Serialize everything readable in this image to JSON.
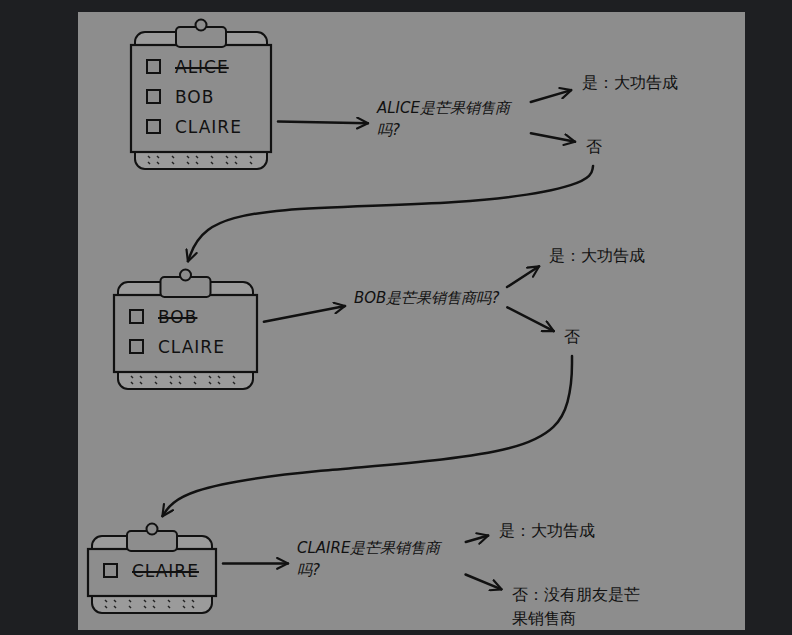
{
  "diagram": {
    "nodes": [
      {
        "text": [
          "ALICE",
          "BOB",
          "CLAIRE"
        ]
      },
      {
        "text": [
          "ALICE是芒果销售商吗?"
        ]
      },
      {
        "text": [
          "是：大功告成"
        ]
      },
      {
        "text": [
          "否"
        ]
      },
      {
        "text": [
          "BOB",
          "CLAIRE"
        ]
      },
      {
        "text": [
          "BOB是芒果销售商吗?"
        ]
      },
      {
        "text": [
          "是：大功告成"
        ]
      },
      {
        "text": [
          "否"
        ]
      },
      {
        "text": [
          "CLAIRE"
        ]
      },
      {
        "text": [
          "CLAIRE是芒果销售商吗?"
        ]
      },
      {
        "text": [
          "是：大功告成"
        ]
      },
      {
        "text": [
          "否：没有朋友是芒果销售商"
        ]
      }
    ],
    "edges": [
      {
        "from": 0,
        "to": 1,
        "arrow": "to"
      },
      {
        "from": 1,
        "to": 2,
        "arrow": "to"
      },
      {
        "from": 1,
        "to": 3,
        "arrow": "to"
      },
      {
        "from": 3,
        "to": 4,
        "arrow": "to"
      },
      {
        "from": 4,
        "to": 5,
        "arrow": "to"
      },
      {
        "from": 5,
        "to": 6,
        "arrow": "to"
      },
      {
        "from": 5,
        "to": 7,
        "arrow": "to"
      },
      {
        "from": 7,
        "to": 8,
        "arrow": "to"
      },
      {
        "from": 8,
        "to": 9,
        "arrow": "to"
      },
      {
        "from": 9,
        "to": 10,
        "arrow": "to"
      },
      {
        "from": 9,
        "to": 11,
        "arrow": "to"
      }
    ]
  }
}
